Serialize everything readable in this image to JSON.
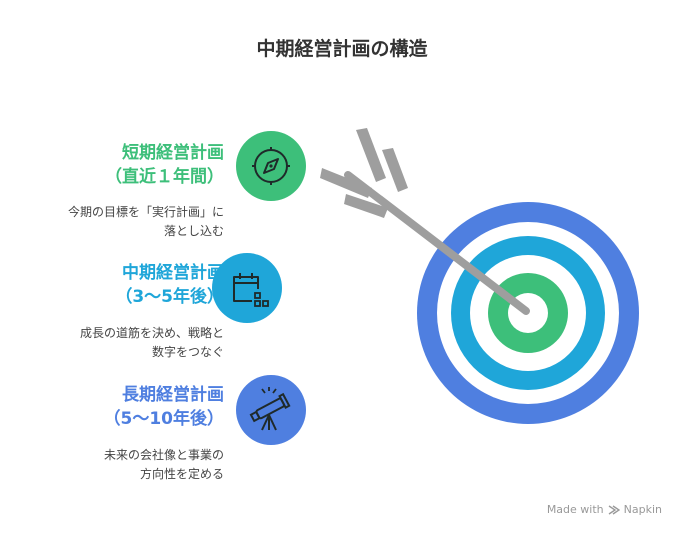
{
  "title": "中期経営計画の構造",
  "levels": [
    {
      "heading_line1": "短期経営計画",
      "heading_line2": "（直近１年間）",
      "desc_line1": "今期の目標を「実行計画」に",
      "desc_line2": "落とし込む",
      "color": "#3dbf7a",
      "icon": "compass-icon"
    },
    {
      "heading_line1": "中期経営計画",
      "heading_line2": "（3〜5年後）",
      "desc_line1": "成長の道筋を決め、戦略と",
      "desc_line2": "数字をつなぐ",
      "color": "#1fa6d9",
      "icon": "calendar-icon"
    },
    {
      "heading_line1": "長期経営計画",
      "heading_line2": "（5〜10年後）",
      "desc_line1": "未来の会社像と事業の",
      "desc_line2": "方向性を定める",
      "color": "#4f7fe0",
      "icon": "telescope-icon"
    }
  ],
  "target_colors": {
    "outer": "#4f7fe0",
    "middle": "#1fa6d9",
    "inner": "#3dbf7a",
    "arrow": "#9e9e9e"
  },
  "footer": {
    "made_with": "Made with",
    "brand": "Napkin"
  }
}
